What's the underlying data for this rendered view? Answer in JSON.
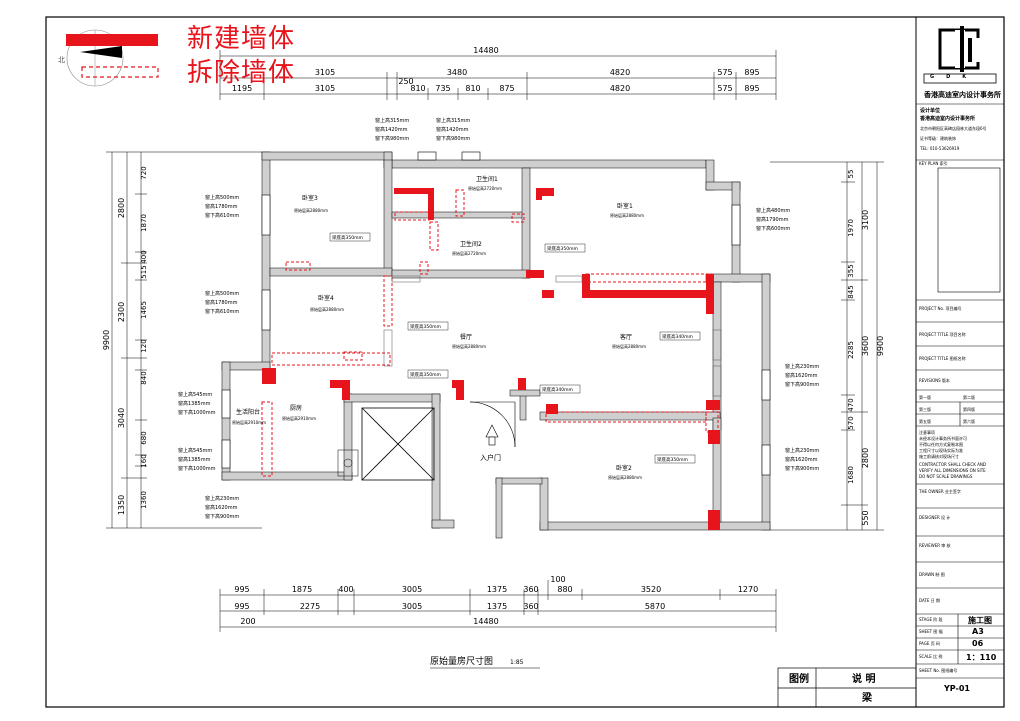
{
  "legend": {
    "new_wall": "新建墙体",
    "demolish_wall": "拆除墙体",
    "north": "北"
  },
  "colors": {
    "new_wall": "#e8141c",
    "wall": "#cfcfcf",
    "line": "#000000"
  },
  "dims": {
    "total_top": "14480",
    "total_bottom": "14480",
    "top_row1": [
      "3105",
      "3480",
      "4820",
      "575",
      "895"
    ],
    "top_row2": [
      "1195",
      "3105",
      "250",
      "810",
      "735",
      "810",
      "875",
      "4820",
      "575",
      "895"
    ],
    "bottom_row1": [
      "995",
      "1875",
      "400",
      "3005",
      "1375",
      "360",
      "880",
      "3520",
      "1270"
    ],
    "bottom_row2": [
      "995",
      "2275",
      "3005",
      "1375",
      "360",
      "5870"
    ],
    "bottom_extra": [
      "100",
      "200"
    ],
    "left_total": "9900",
    "right_total": "9900",
    "left_col1": [
      "2800",
      "2300",
      "3040",
      "1350"
    ],
    "left_col2": [
      "720",
      "1870",
      "400",
      "515",
      "1465",
      "120",
      "840",
      "680",
      "1360",
      "160"
    ],
    "right_col1": [
      "3100",
      "3600",
      "2800",
      "550"
    ],
    "right_col2": [
      "55",
      "1970",
      "355",
      "845",
      "2285",
      "470",
      "570",
      "1680"
    ]
  },
  "rooms": [
    {
      "name": "卧室3",
      "height": "原始层高2880mm"
    },
    {
      "name": "卫生间1",
      "height": "原始层高2720mm"
    },
    {
      "name": "卧室1",
      "height": "原始层高2880mm"
    },
    {
      "name": "卫生间2",
      "height": "原始层高2720mm"
    },
    {
      "name": "卧室4",
      "height": "原始层高2880mm"
    },
    {
      "name": "餐厅",
      "height": "原始层高2880mm"
    },
    {
      "name": "客厅",
      "height": "原始层高2880mm"
    },
    {
      "name": "生活阳台",
      "height": "原始层高2910mm"
    },
    {
      "name": "厨房",
      "height": "原始层高2910mm"
    },
    {
      "name": "卧室2",
      "height": "原始层高2880mm"
    }
  ],
  "beams": [
    "梁底高350mm",
    "梁底高350mm",
    "梁底高350mm",
    "梁底高350mm",
    "梁底高350mm",
    "梁底高340mm",
    "梁底高340mm",
    "梁底高350mm"
  ],
  "windows": [
    [
      "窗上高315mm",
      "窗高1420mm",
      "窗下高980mm"
    ],
    [
      "窗上高315mm",
      "窗高1420mm",
      "窗下高980mm"
    ],
    [
      "窗上高500mm",
      "窗高1780mm",
      "窗下高610mm"
    ],
    [
      "窗上高480mm",
      "窗高1790mm",
      "窗下高600mm"
    ],
    [
      "窗上高500mm",
      "窗高1780mm",
      "窗下高610mm"
    ],
    [
      "窗上高545mm",
      "窗高1385mm",
      "窗下高1000mm"
    ],
    [
      "窗上高230mm",
      "窗高1620mm",
      "窗下高900mm"
    ],
    [
      "窗上高545mm",
      "窗高1385mm",
      "窗下高1000mm"
    ],
    [
      "窗上高230mm",
      "窗高1620mm",
      "窗下高900mm"
    ],
    [
      "窗上高230mm",
      "窗高1620mm",
      "窗下高900mm"
    ]
  ],
  "entry": "入户门",
  "drawing_title": "原始量房尺寸图",
  "drawing_scale": "1:85",
  "footer": {
    "col1": "图例",
    "col2": "说 明",
    "col3": "梁"
  },
  "titleblock": {
    "logo": "GDK",
    "company": "香港高迪室内设计事务所",
    "design_unit_label": "设计单位",
    "design_unit": "香港高迪室内设计事务所",
    "address": "北京市朝阳区高碑店园林大道东段6号",
    "certificate": "证书等级：建筑装饰",
    "tel": "TEL: 010-53626919",
    "key_plan": "KEY PLAN  索引",
    "project_no": "PROJECT No.  项目编号",
    "project_title": "PROJECT TITLE  项目名称",
    "project_title2": "PROJECT TITLE  图纸名称",
    "revisions": "REVISIONS  版本",
    "rev_rows": [
      [
        "第一版",
        "第二版"
      ],
      [
        "第三版",
        "第四版"
      ],
      [
        "第五版",
        "第六版"
      ]
    ],
    "note_lines": [
      "注意事项",
      "未经本设计事务所书面许可",
      "不得以任何方式复制本图",
      "工程尺寸以现场实际为准",
      "施工前请核对现场尺寸",
      "CONTRACTOR SHALL CHECK AND",
      "VERIFY ALL DIMENSIONS ON SITE",
      "DO NOT SCALE DRAWINGS"
    ],
    "owner": "THE OWNER  业主签字",
    "designer": "DESIGNER  设 计",
    "reviewer": "REVIEWER  审 核",
    "drawn": "DRAWN  制 图",
    "date": "DATE  日 期",
    "stage_label": "STAGE  阶 段",
    "stage": "施工图",
    "sheet_label": "SHEET  图 幅",
    "sheet": "A3",
    "page_label": "PAGE  页 码",
    "page": "06",
    "scale_label": "SCALE  比 例",
    "scale": "1：110",
    "sheet_no_label": "SHEET No.  图纸编号",
    "sheet_no": "YP-01"
  }
}
